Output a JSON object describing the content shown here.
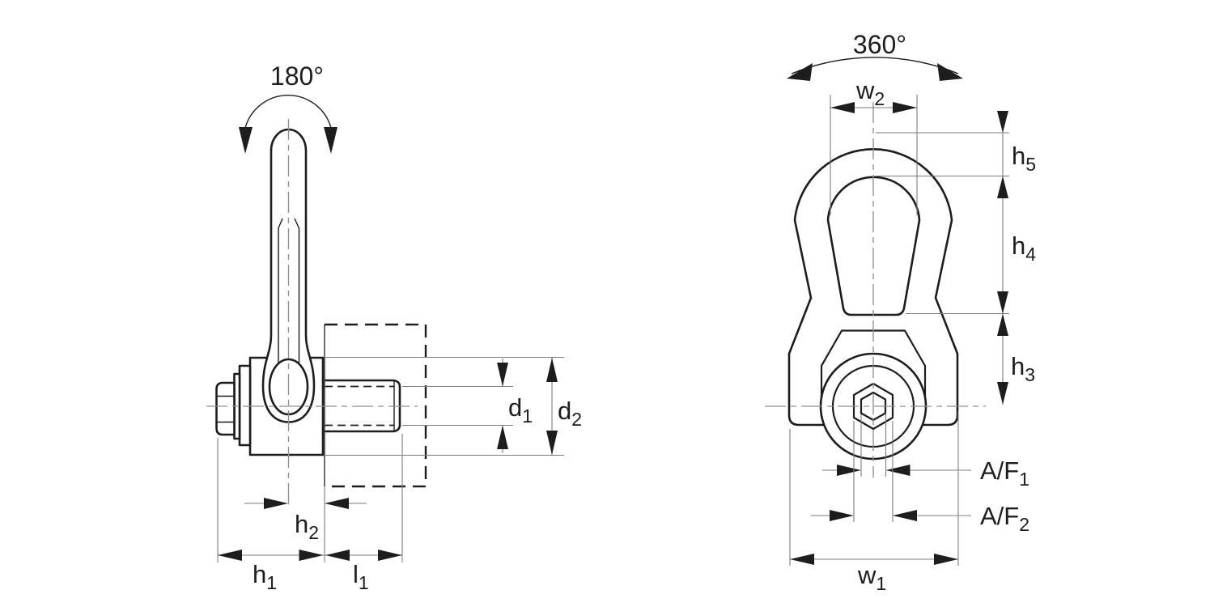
{
  "drawing": {
    "kind": "technical dimension drawing, two orthographic views",
    "colors": {
      "line": "#1d1d1b",
      "dimension_line": "#7d7d7d",
      "centerline": "#8f8f8f",
      "background": "#ffffff"
    },
    "views": {
      "side": {
        "rotation_label": "180°",
        "dimension_labels": [
          "h1",
          "h2",
          "l1",
          "d1",
          "d2"
        ]
      },
      "front": {
        "rotation_label": "360°",
        "dimension_labels": [
          "w1",
          "w2",
          "h3",
          "h4",
          "h5",
          "A/F1",
          "A/F2"
        ]
      }
    },
    "labels": {
      "d1": {
        "main": "d",
        "sub": "1"
      },
      "d2": {
        "main": "d",
        "sub": "2"
      },
      "h1": {
        "main": "h",
        "sub": "1"
      },
      "h2": {
        "main": "h",
        "sub": "2"
      },
      "h3": {
        "main": "h",
        "sub": "3"
      },
      "h4": {
        "main": "h",
        "sub": "4"
      },
      "h5": {
        "main": "h",
        "sub": "5"
      },
      "l1": {
        "main": "l",
        "sub": "1"
      },
      "w1": {
        "main": "w",
        "sub": "1"
      },
      "w2": {
        "main": "w",
        "sub": "2"
      },
      "af1": {
        "main": "A/F",
        "sub": "1"
      },
      "af2": {
        "main": "A/F",
        "sub": "2"
      }
    }
  }
}
